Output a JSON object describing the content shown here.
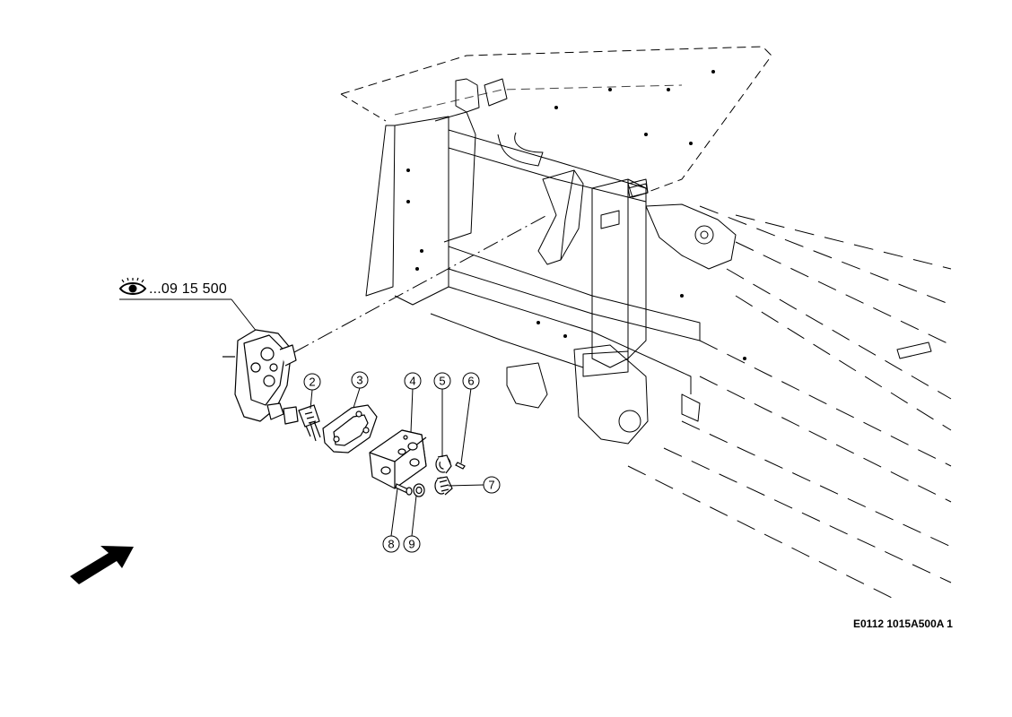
{
  "reference": {
    "icon": "eye-icon",
    "text": "...09 15 500"
  },
  "callouts": [
    {
      "number": "2"
    },
    {
      "number": "3"
    },
    {
      "number": "4"
    },
    {
      "number": "5"
    },
    {
      "number": "6"
    },
    {
      "number": "7"
    },
    {
      "number": "8"
    },
    {
      "number": "9"
    }
  ],
  "orientation_arrow": {
    "icon": "direction-arrow-icon"
  },
  "drawing_id": "E0112 1015A500A 1",
  "colors": {
    "line": "#000000",
    "background": "#ffffff",
    "arrow": "#000000"
  }
}
